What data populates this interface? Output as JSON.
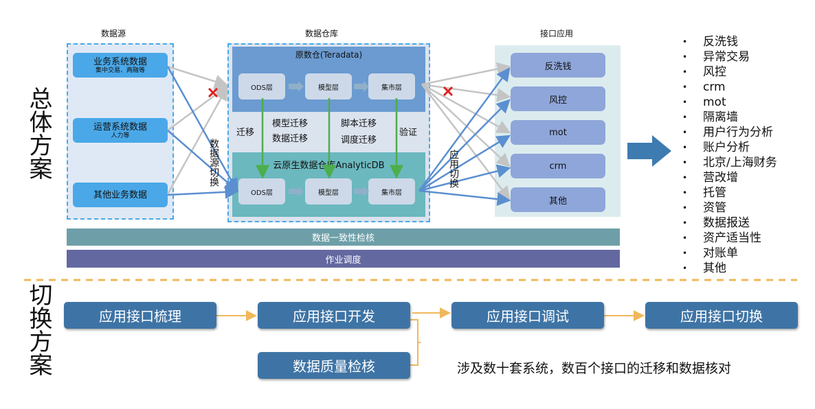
{
  "overall_label": "总体方案",
  "switch_label": "切换方案",
  "sources": {
    "title": "数据源",
    "items": [
      {
        "label": "业务系统数据",
        "sub": "集中交易、两融等"
      },
      {
        "label": "运营系统数据",
        "sub": "人力等"
      },
      {
        "label": "其他业务数据",
        "sub": ""
      }
    ]
  },
  "source_switch_label": "数据源切换",
  "warehouse": {
    "title": "数据仓库",
    "old_title": "原数仓(Teradata)",
    "new_title": "云原生数据仓库AnalyticDB",
    "layers": [
      "ODS层",
      "模型层",
      "集市层"
    ],
    "migration": {
      "left": "迁移",
      "m1": "模型迁移",
      "m2": "数据迁移",
      "s1": "脚本迁移",
      "s2": "调度迁移",
      "right": "验证"
    }
  },
  "app_switch_label": "应用切换",
  "apps": {
    "title": "接口应用",
    "items": [
      "反洗钱",
      "风控",
      "mot",
      "crm",
      "其他"
    ]
  },
  "bars": {
    "consistency": "数据一致性检核",
    "scheduling": "作业调度"
  },
  "app_list": [
    "反洗钱",
    "异常交易",
    "风控",
    "crm",
    "mot",
    "隔离墙",
    "用户行为分析",
    "账户分析",
    "北京/上海财务",
    "营改增",
    "托管",
    "资管",
    "数据报送",
    "资产适当性",
    "对账单",
    "其他"
  ],
  "steps": [
    "应用接口梳理",
    "应用接口开发",
    "应用接口调试",
    "应用接口切换",
    "数据质量检核"
  ],
  "caption": "涉及数十套系统，数百个接口的迁移和数据核对",
  "colors": {
    "source_box": "#4aa8e8",
    "old_dw": "#6b9bd1",
    "new_dw": "#6bb8bf",
    "app_box": "#8fa6da",
    "bar_consistency": "#6e9fa8",
    "bar_scheduling": "#6369a0",
    "step": "#3e74a5",
    "divider": "#f0b85a",
    "cross": "#e02020"
  }
}
